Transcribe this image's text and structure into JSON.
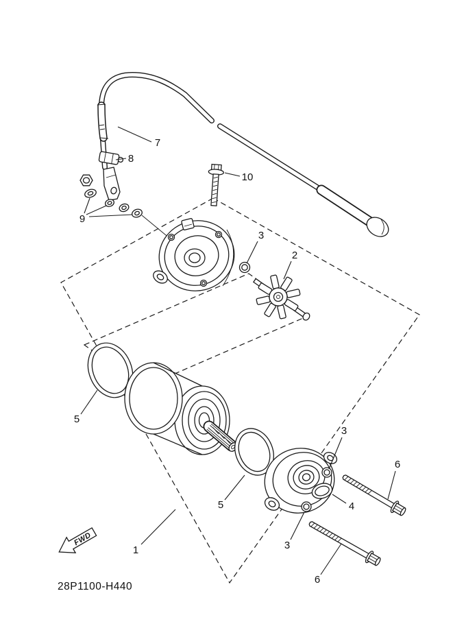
{
  "colors": {
    "background": "#ffffff",
    "line": "#1a1a1a"
  },
  "footer": {
    "part_code": "28P1100-H440"
  },
  "orientation": {
    "fwd_label": "FWD"
  },
  "callouts": [
    {
      "ref": "7"
    },
    {
      "ref": "8"
    },
    {
      "ref": "9"
    },
    {
      "ref": "10"
    },
    {
      "ref": "3"
    },
    {
      "ref": "2"
    },
    {
      "ref": "5"
    },
    {
      "ref": "5"
    },
    {
      "ref": "3"
    },
    {
      "ref": "6"
    },
    {
      "ref": "4"
    },
    {
      "ref": "3"
    },
    {
      "ref": "6"
    },
    {
      "ref": "1"
    }
  ]
}
